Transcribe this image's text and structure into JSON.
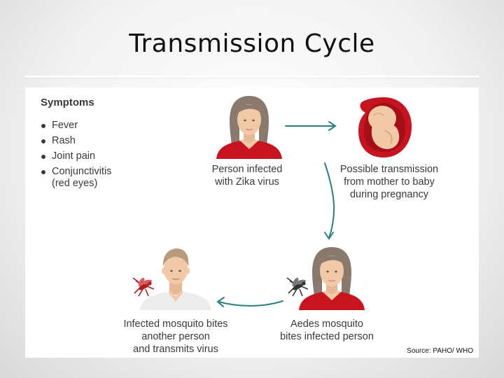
{
  "slide": {
    "title": "Transmission Cycle",
    "source": "Source: PAHO/ WHO"
  },
  "symptoms": {
    "title": "Symptoms",
    "items": [
      "Fever",
      "Rash",
      "Joint pain",
      "Conjunctivitis"
    ],
    "conjunctivitis_note": "(red eyes)"
  },
  "cycle": {
    "infected_person": [
      "Person infected",
      "with Zika virus"
    ],
    "pregnancy": [
      "Possible transmission",
      "from mother to baby",
      "during pregnancy"
    ],
    "aedes_bite": [
      "Aedes mosquito",
      "bites infected person"
    ],
    "mosquito_transmit": [
      "Infected mosquito bites",
      "another person",
      "and transmits virus"
    ]
  },
  "colors": {
    "arrow": "#2a7f7f",
    "shirt_red": "#c8141e",
    "skin": "#f1c9a7",
    "female_hair": "#8a7a6e",
    "male_hair": "#b89a7e",
    "male_shirt": "#ececec",
    "mosquito_infected": "#b01e24",
    "mosquito": "#333333",
    "womb": "#c8141e"
  },
  "icons": [
    "female-person-icon",
    "fetus-in-womb-icon",
    "mosquito-icon",
    "male-person-icon"
  ]
}
